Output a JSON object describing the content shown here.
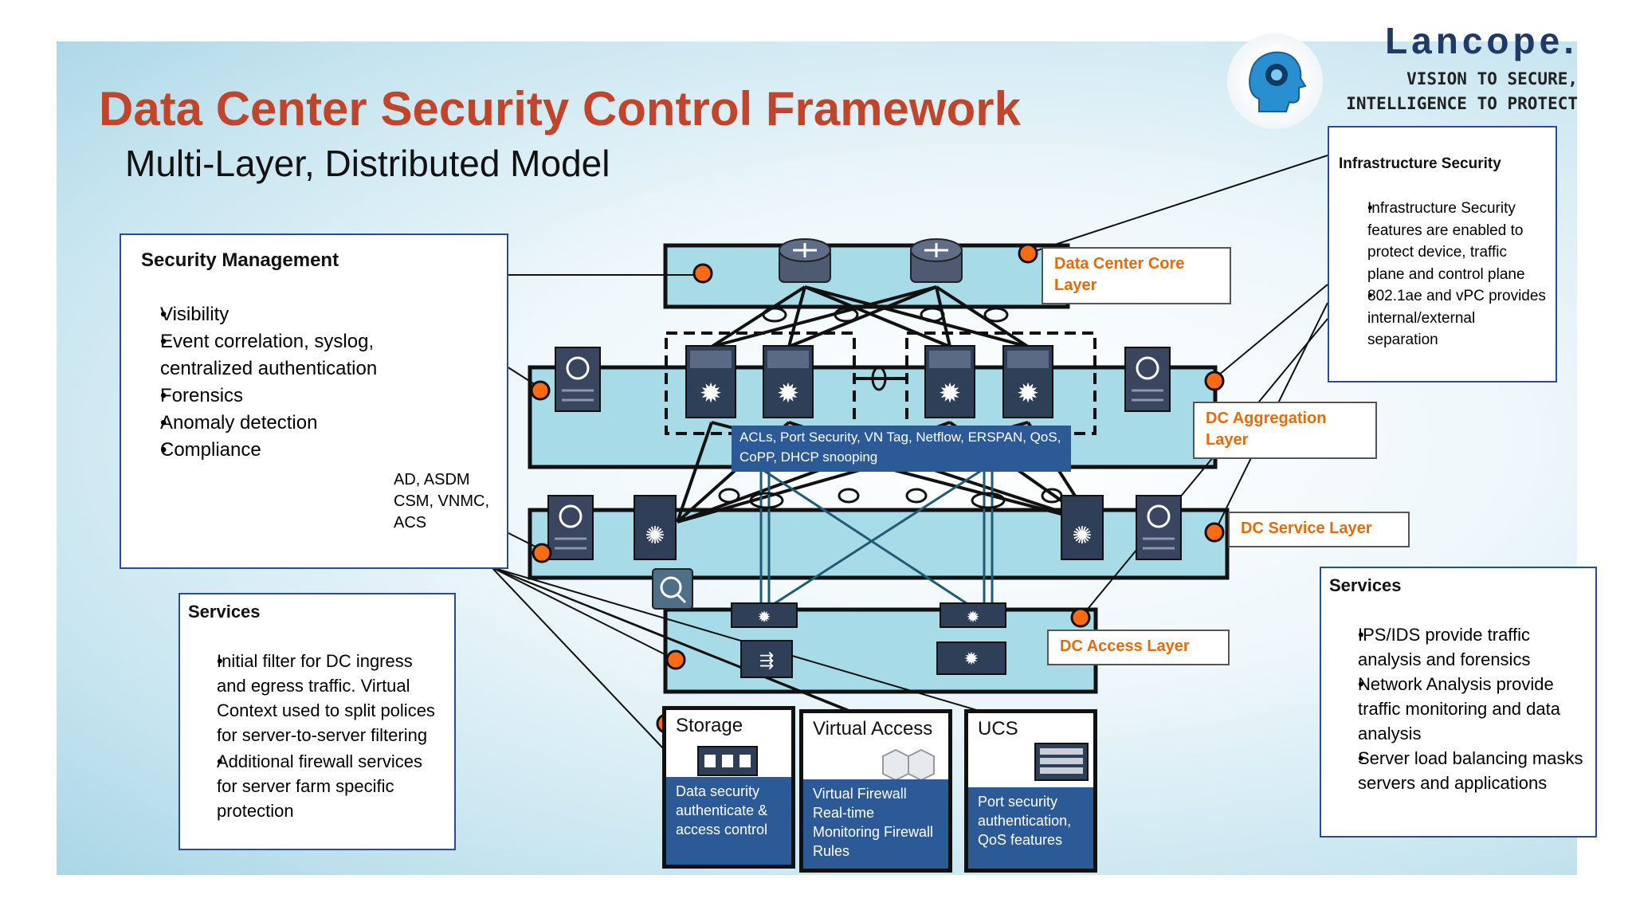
{
  "title": "Data Center Security Control Framework",
  "subtitle": "Multi-Layer, Distributed Model",
  "brand": {
    "name": "Lancope.",
    "tagline_1": "VISION TO SECURE,",
    "tagline_2": "INTELLIGENCE TO PROTECT"
  },
  "security_management": {
    "heading": "Security Management",
    "items": [
      "Visibility",
      "Event correlation, syslog, centralized  authentication",
      "Forensics",
      "Anomaly detection",
      "Compliance"
    ],
    "device_label_lines": [
      "AD, ASDM",
      "CSM, VNMC,",
      "ACS"
    ]
  },
  "services_left": {
    "heading": "Services",
    "items": [
      "Initial filter for DC ingress and egress traffic.  Virtual Context used to split polices for server-to-server filtering",
      "Additional firewall services for server farm specific protection"
    ]
  },
  "infrastructure_security": {
    "heading": "Infrastructure Security",
    "items": [
      "Infrastructure Security features are enabled to protect device, traffic plane and control plane",
      "802.1ae and vPC provides internal/external separation"
    ]
  },
  "services_right": {
    "heading": "Services",
    "items": [
      "IPS/IDS provide traffic analysis and forensics",
      "Network Analysis provide traffic monitoring and data analysis",
      "Server load balancing masks servers and applications"
    ]
  },
  "layers": {
    "core": "Data Center Core Layer",
    "aggregation": "DC Aggregation Layer",
    "service": "DC Service Layer",
    "access": "DC Access Layer"
  },
  "aggregation_callout": "ACLs, Port Security, VN Tag, Netflow, ERSPAN, QoS, CoPP, DHCP snooping",
  "bottom": {
    "storage": {
      "title": "Storage",
      "desc": "Data security authenticate & access control"
    },
    "virtual": {
      "title": "Virtual Access",
      "desc": "Virtual Firewall Real-time Monitoring Firewall Rules"
    },
    "ucs": {
      "title": "UCS",
      "desc": "Port security authentication, QoS features"
    }
  },
  "colors": {
    "title": "#c0452a",
    "layer_fill": "#a8dbe8",
    "marker": "#ff6a13",
    "layer_label": "#e36c0a",
    "callout": "#2c5a97"
  },
  "icons": [
    "router-icon",
    "switch-icon",
    "firewall-icon",
    "load-balancer-icon",
    "ids-icon",
    "management-console-icon",
    "head-logo-icon"
  ]
}
